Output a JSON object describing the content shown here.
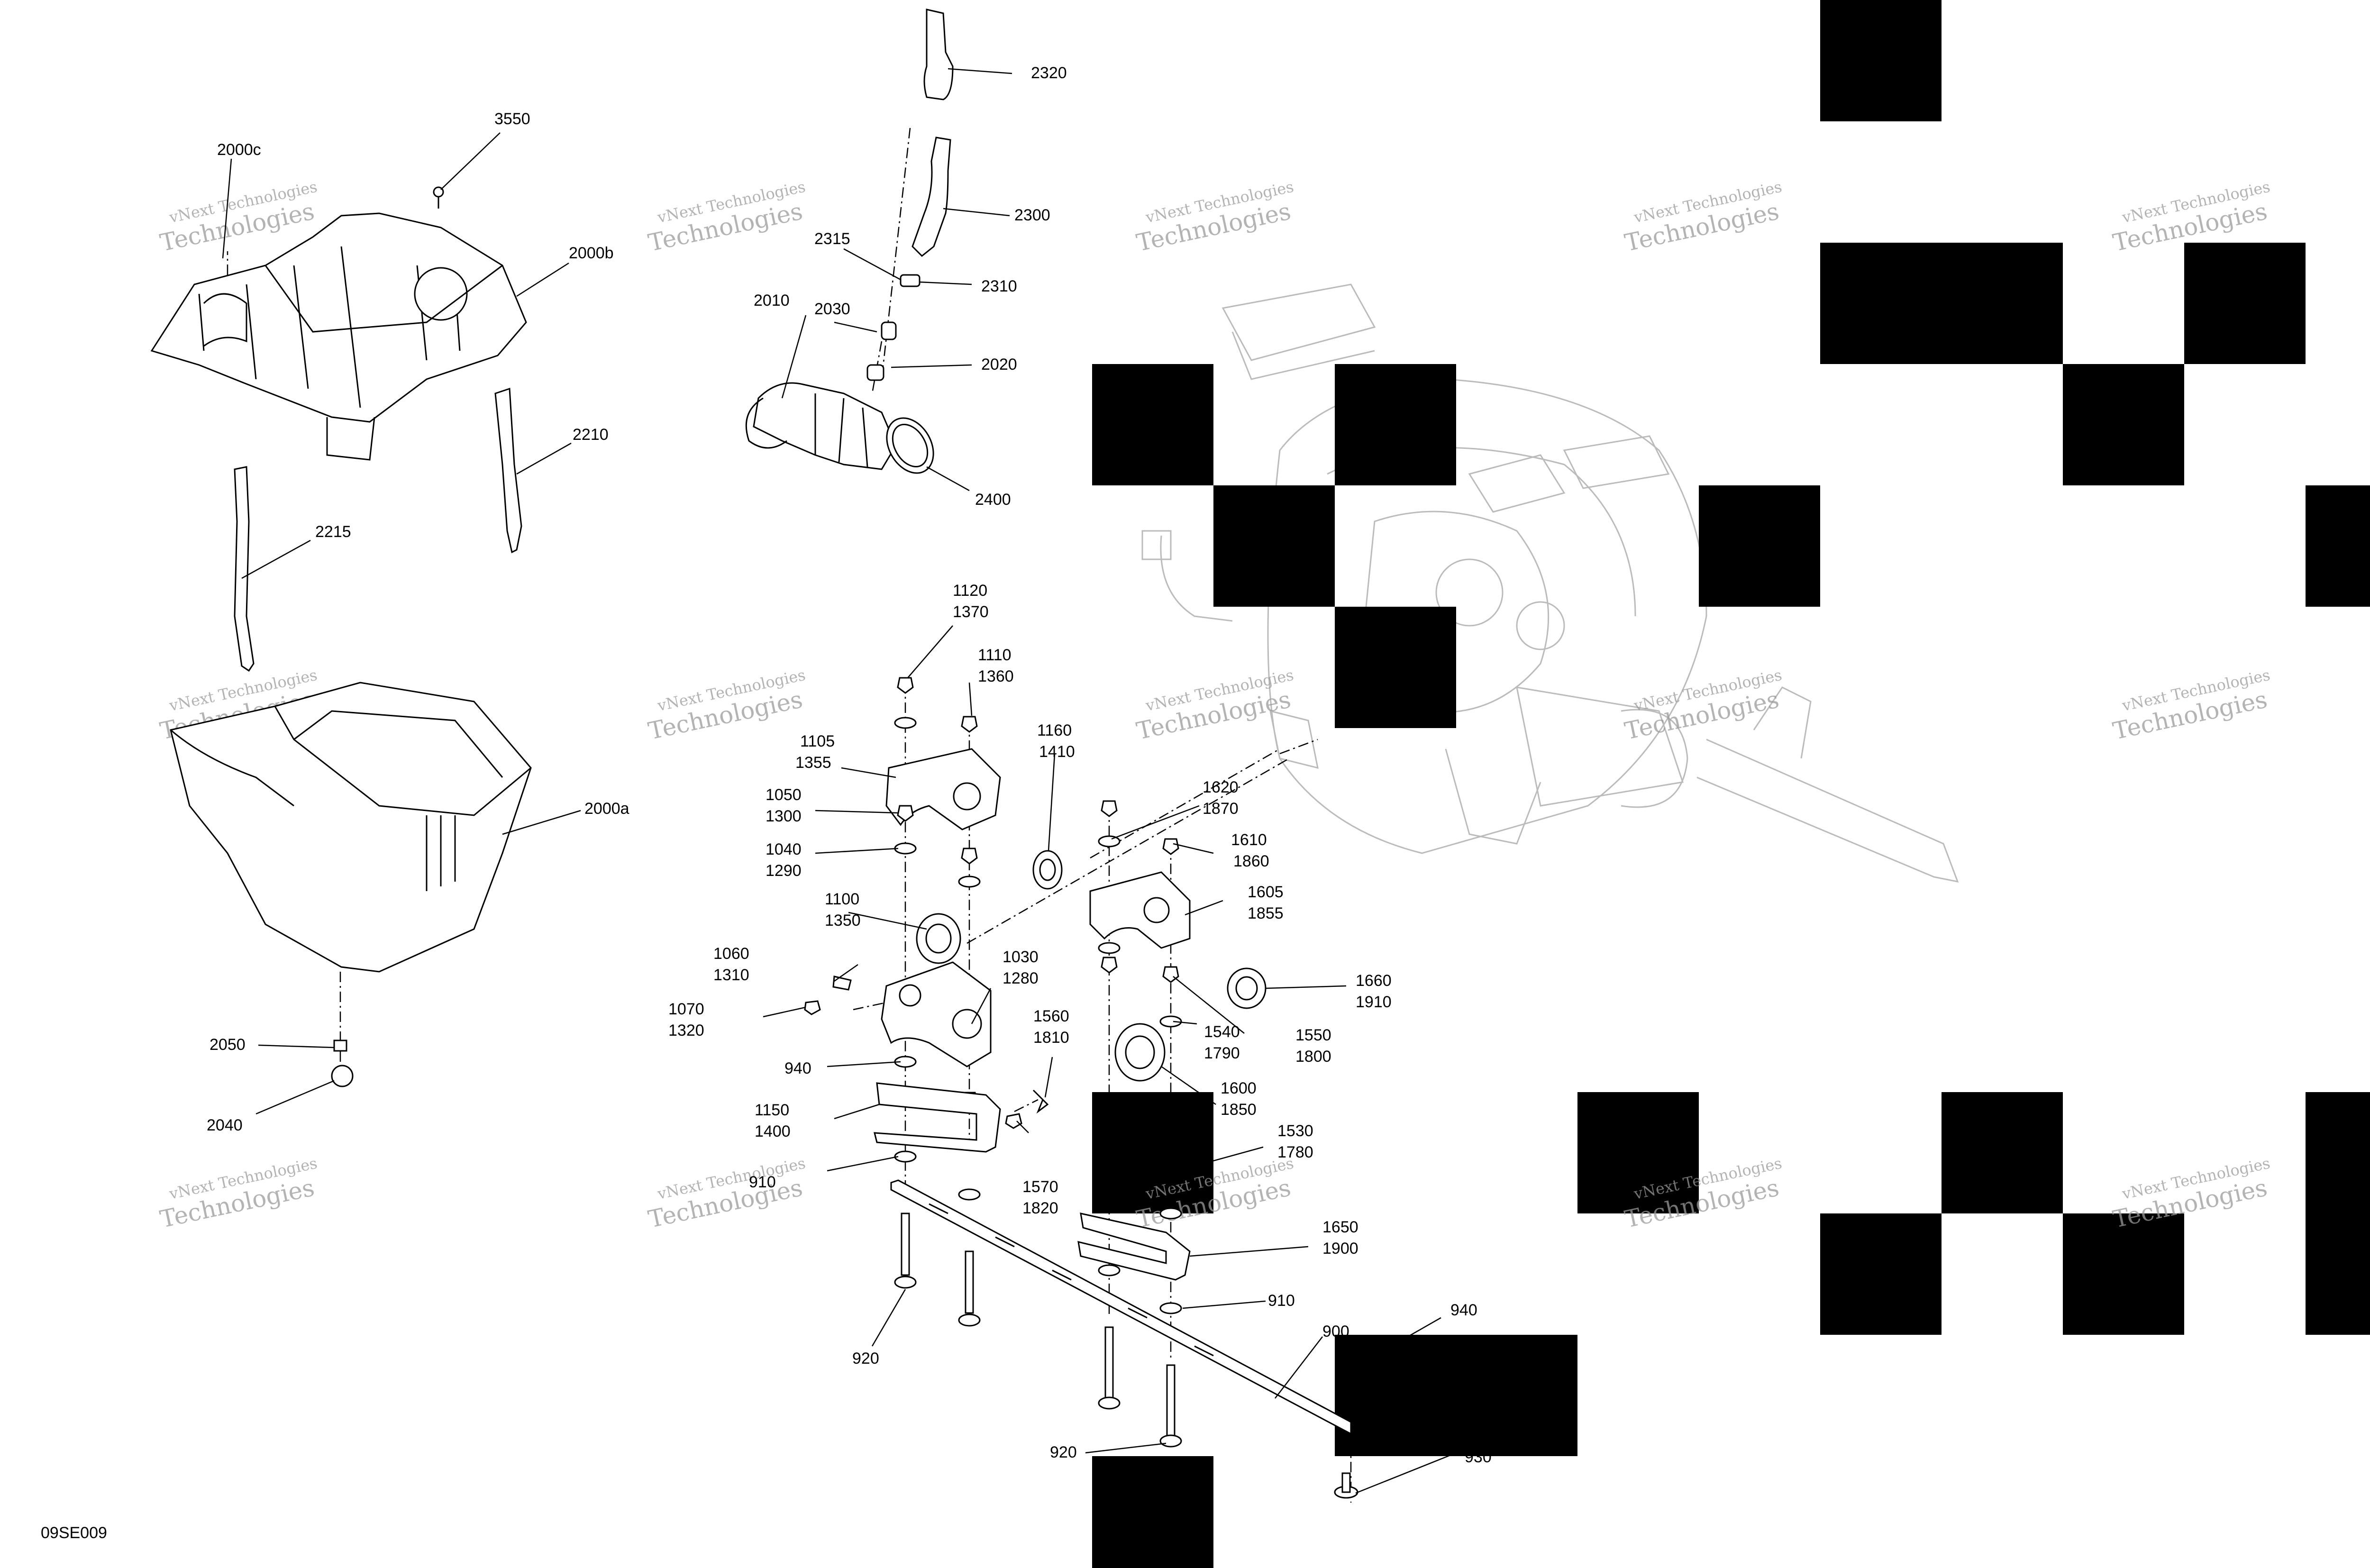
{
  "diagram": {
    "drawing_code": "09SE009",
    "watermark_lines": [
      "vNext Technologies",
      "Technologies"
    ],
    "part_labels": [
      {
        "id": "2000c",
        "text": "2000c"
      },
      {
        "id": "3550",
        "text": "3550"
      },
      {
        "id": "2000b",
        "text": "2000b"
      },
      {
        "id": "2210",
        "text": "2210"
      },
      {
        "id": "2215",
        "text": "2215"
      },
      {
        "id": "2000a",
        "text": "2000a"
      },
      {
        "id": "2050",
        "text": "2050"
      },
      {
        "id": "2040",
        "text": "2040"
      },
      {
        "id": "2320",
        "text": "2320"
      },
      {
        "id": "2300",
        "text": "2300"
      },
      {
        "id": "2315",
        "text": "2315"
      },
      {
        "id": "2310",
        "text": "2310"
      },
      {
        "id": "2010",
        "text": "2010"
      },
      {
        "id": "2030",
        "text": "2030"
      },
      {
        "id": "2020",
        "text": "2020"
      },
      {
        "id": "2400",
        "text": "2400"
      },
      {
        "id": "1120",
        "text": "1120"
      },
      {
        "id": "1370",
        "text": "1370"
      },
      {
        "id": "1110",
        "text": "1110"
      },
      {
        "id": "1360",
        "text": "1360"
      },
      {
        "id": "1105",
        "text": "1105"
      },
      {
        "id": "1355",
        "text": "1355"
      },
      {
        "id": "1160",
        "text": "1160"
      },
      {
        "id": "1410",
        "text": "1410"
      },
      {
        "id": "1050",
        "text": "1050"
      },
      {
        "id": "1300",
        "text": "1300"
      },
      {
        "id": "1040",
        "text": "1040"
      },
      {
        "id": "1290",
        "text": "1290"
      },
      {
        "id": "1100",
        "text": "1100"
      },
      {
        "id": "1350",
        "text": "1350"
      },
      {
        "id": "1060",
        "text": "1060"
      },
      {
        "id": "1310",
        "text": "1310"
      },
      {
        "id": "1030",
        "text": "1030"
      },
      {
        "id": "1280",
        "text": "1280"
      },
      {
        "id": "1070",
        "text": "1070"
      },
      {
        "id": "1320",
        "text": "1320"
      },
      {
        "id": "940a",
        "text": "940"
      },
      {
        "id": "1150",
        "text": "1150"
      },
      {
        "id": "1400",
        "text": "1400"
      },
      {
        "id": "910a",
        "text": "910"
      },
      {
        "id": "920a",
        "text": "920"
      },
      {
        "id": "1620",
        "text": "1620"
      },
      {
        "id": "1870",
        "text": "1870"
      },
      {
        "id": "1610",
        "text": "1610"
      },
      {
        "id": "1860",
        "text": "1860"
      },
      {
        "id": "1605",
        "text": "1605"
      },
      {
        "id": "1855",
        "text": "1855"
      },
      {
        "id": "1660",
        "text": "1660"
      },
      {
        "id": "1910",
        "text": "1910"
      },
      {
        "id": "1550",
        "text": "1550"
      },
      {
        "id": "1800",
        "text": "1800"
      },
      {
        "id": "1540",
        "text": "1540"
      },
      {
        "id": "1790",
        "text": "1790"
      },
      {
        "id": "1560",
        "text": "1560"
      },
      {
        "id": "1810",
        "text": "1810"
      },
      {
        "id": "1600",
        "text": "1600"
      },
      {
        "id": "1850",
        "text": "1850"
      },
      {
        "id": "1530",
        "text": "1530"
      },
      {
        "id": "1780",
        "text": "1780"
      },
      {
        "id": "1570",
        "text": "1570"
      },
      {
        "id": "1820",
        "text": "1820"
      },
      {
        "id": "1650",
        "text": "1650"
      },
      {
        "id": "1900",
        "text": "1900"
      },
      {
        "id": "910b",
        "text": "910"
      },
      {
        "id": "900",
        "text": "900"
      },
      {
        "id": "940b",
        "text": "940"
      },
      {
        "id": "920b",
        "text": "920"
      },
      {
        "id": "930",
        "text": "930"
      }
    ]
  }
}
